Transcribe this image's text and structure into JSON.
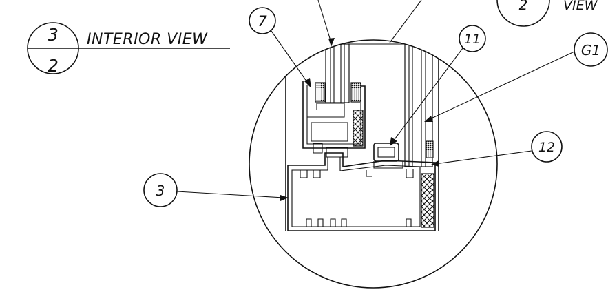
{
  "title_block": {
    "sheet_top": "3",
    "sheet_bottom": "2",
    "view_title": "INTERIOR VIEW"
  },
  "corner_callout": {
    "number": "2",
    "text": "VIEW"
  },
  "callouts": {
    "c7": "7",
    "c11": "11",
    "cG1": "G1",
    "c12": "12",
    "c3": "3"
  }
}
